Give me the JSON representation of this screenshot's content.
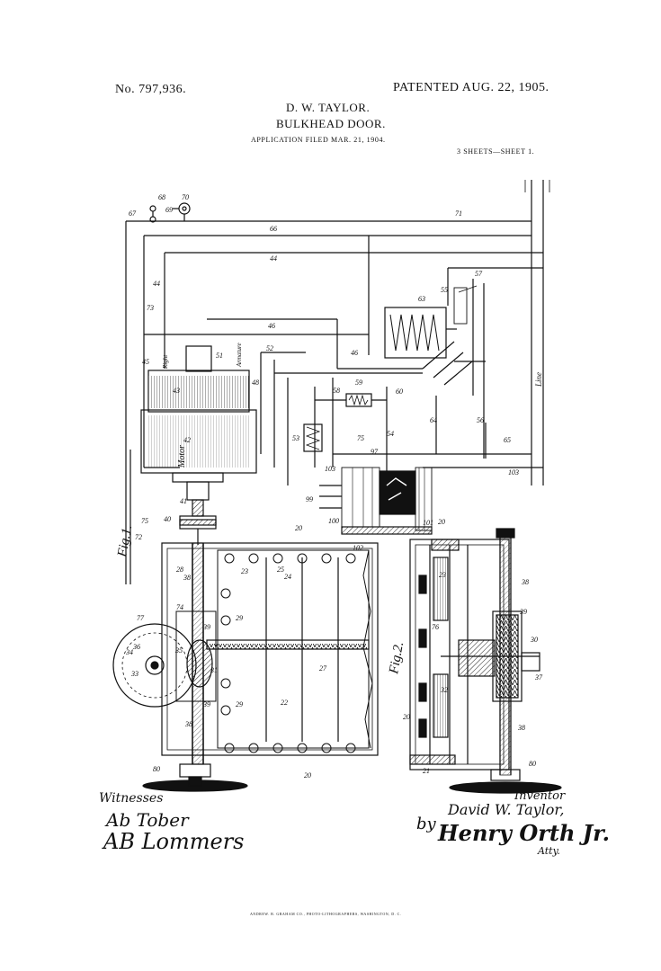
{
  "header": {
    "patent_number": "No. 797,936.",
    "patented_date": "PATENTED AUG. 22, 1905.",
    "inventor_name": "D. W. TAYLOR.",
    "title": "BULKHEAD DOOR.",
    "application": "APPLICATION FILED MAR. 21, 1904.",
    "sheets": "3 SHEETS—SHEET 1."
  },
  "figures": {
    "fig1": "Fig.1.",
    "fig2": "Fig.2."
  },
  "labels": {
    "motor": "Motor",
    "line": "Line",
    "right": "Right",
    "armature": "Armature"
  },
  "reference_numerals": {
    "n67": "67",
    "n68": "68",
    "n69": "69",
    "n70": "70",
    "n71": "71",
    "n66": "66",
    "n44": "44",
    "n57": "57",
    "n55": "55",
    "n63": "63",
    "n73": "73",
    "n46": "46",
    "n45": "45",
    "n43": "43",
    "n51": "51",
    "n52": "52",
    "n48": "48",
    "n58": "58",
    "n59": "59",
    "n60": "60",
    "n42": "42",
    "n53": "53",
    "n75": "75",
    "n97": "97",
    "n54": "54",
    "n64": "64",
    "n56": "56",
    "n65": "65",
    "n103": "103",
    "n41": "41",
    "n40": "40",
    "n72": "72",
    "n20": "20",
    "n23": "23",
    "n25": "25",
    "n24": "24",
    "n28": "28",
    "n38": "38",
    "n29": "29",
    "n39": "39",
    "n35": "35",
    "n36": "36",
    "n34": "34",
    "n33": "33",
    "n31": "31",
    "n30": "30",
    "n37": "37",
    "n22": "22",
    "n27": "27",
    "n80": "80",
    "n74": "74",
    "n77": "77",
    "n21": "21",
    "n76": "76",
    "n32": "32",
    "n99": "99",
    "n100": "100",
    "n101": "101",
    "n102": "102"
  },
  "signatures": {
    "witnesses_label": "Witnesses",
    "witness_1": "Ab Tober",
    "witness_2": "AB Lommers",
    "inventor_label": "Inventor",
    "inventor_signature": "David W. Taylor,",
    "by_label": "by",
    "attorney_signature": "Henry Orth Jr.",
    "attorney_label": "Atty."
  },
  "footer": {
    "printer": "ANDREW. B. GRAHAM CO., PHOTO-LITHOGRAPHERS, WASHINGTON, D. C."
  }
}
